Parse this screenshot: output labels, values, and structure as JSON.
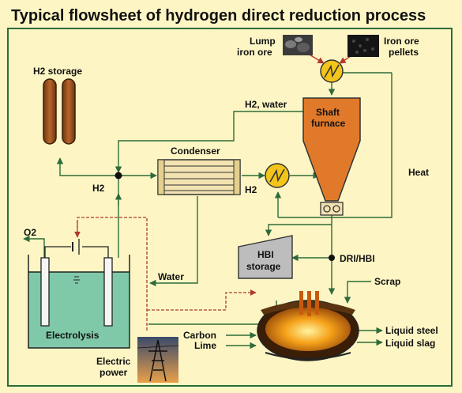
{
  "title": "Typical flowsheet of hydrogen direct reduction process",
  "labels": {
    "lump_iron_ore_line1": "Lump",
    "lump_iron_ore_line2": "iron ore",
    "iron_ore_pellets_line1": "Iron ore",
    "iron_ore_pellets_line2": "pellets",
    "h2_storage": "H2 storage",
    "h2_water": "H2, water",
    "shaft_furnace_line1": "Shaft",
    "shaft_furnace_line2": "furnace",
    "condenser": "Condenser",
    "h2_left": "H2",
    "h2_right": "H2",
    "heat": "Heat",
    "o2": "O2",
    "hbi_storage_line1": "HBI",
    "hbi_storage_line2": "storage",
    "dri_hbi": "DRI/HBI",
    "water": "Water",
    "scrap": "Scrap",
    "electrolysis": "Electrolysis",
    "carbon": "Carbon",
    "lime": "Lime",
    "liquid_steel": "Liquid steel",
    "liquid_slag": "Liquid slag",
    "electric_power_line1": "Electric",
    "electric_power_line2": "power"
  },
  "colors": {
    "background": "#fdf6c4",
    "furnace": "#e07a2a",
    "storage_tank": "#a0521d",
    "electrolysis_liquid": "#7fc9a8",
    "heater": "#f3c51b",
    "hbi_storage": "#bdbdbd",
    "condenser": "#f2e2b0",
    "flow_line": "#2e6b3a",
    "power_line": "#b03a2e"
  }
}
